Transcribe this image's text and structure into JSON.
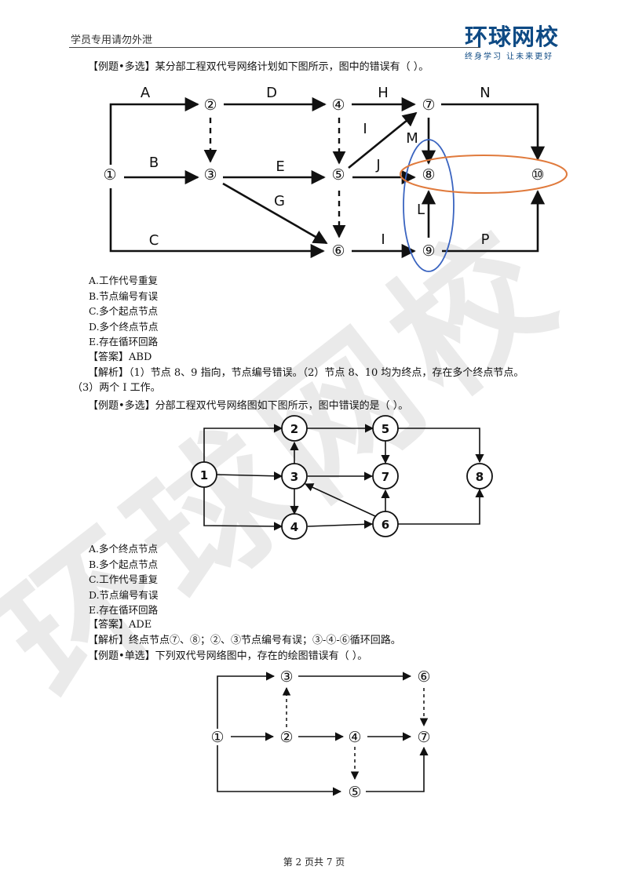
{
  "header": {
    "left_text": "学员专用请勿外泄",
    "logo_text": "环球网校",
    "logo_slogan": "终身学习 让未来更好"
  },
  "watermark_text": "环球网校",
  "q1": {
    "stem": "【例题•多选】某分部工程双代号网络计划如下图所示，图中的错误有（    ）。",
    "diagram": {
      "nodes": [
        "①",
        "②",
        "③",
        "④",
        "⑤",
        "⑥",
        "⑦",
        "⑧",
        "⑨",
        "⑩"
      ],
      "labels": {
        "A": "A",
        "B": "B",
        "C": "C",
        "D": "D",
        "E": "E",
        "G": "G",
        "H": "H",
        "I1": "I",
        "I2": "I",
        "J": "J",
        "M": "M",
        "N": "N",
        "L": "L",
        "P": "P"
      }
    },
    "options": [
      "A.工作代号重复",
      "B.节点编号有误",
      "C.多个起点节点",
      "D.多个终点节点",
      "E.存在循环回路"
    ],
    "answer": "【答案】ABD",
    "analysis_line1": "【解析】（1）节点 8、9 指向，节点编号错误。（2）节点 8、10 均为终点，存在多个终点节点。",
    "analysis_line2": "（3）两个 I 工作。"
  },
  "q2": {
    "stem": "【例题•多选】分部工程双代号网络图如下图所示，图中错误的是（    ）。",
    "diagram": {
      "nodes": [
        "1",
        "2",
        "3",
        "4",
        "5",
        "6",
        "7",
        "8"
      ]
    },
    "options": [
      "A.多个终点节点",
      "B.多个起点节点",
      "C.工作代号重复",
      "D.节点编号有误",
      "E.存在循环回路"
    ],
    "answer": "【答案】ADE",
    "analysis": "【解析】终点节点⑦、⑧；②、③节点编号有误；③-④-⑥循环回路。"
  },
  "q3": {
    "stem": "【例题•单选】下列双代号网络图中，存在的绘图错误有（    ）。",
    "diagram": {
      "nodes": [
        "①",
        "②",
        "③",
        "④",
        "⑤",
        "⑥",
        "⑦"
      ]
    }
  },
  "footer": "第 2 页共 7 页",
  "colors": {
    "logo": "#0e4a84",
    "highlight_blue": "#3a64c0",
    "highlight_orange": "#e07a3c",
    "watermark": "#d8d8d8"
  }
}
